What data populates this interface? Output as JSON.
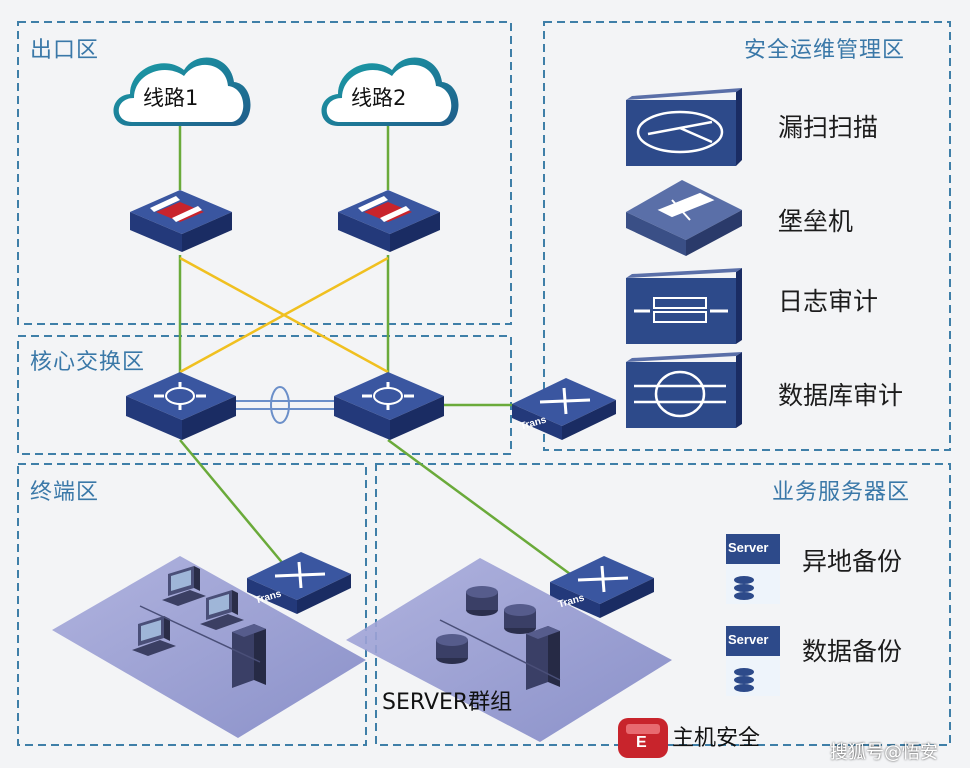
{
  "zones": {
    "exit": "出口区",
    "ops": "安全运维管理区",
    "core": "核心交换区",
    "terminal": "终端区",
    "business": "业务服务器区"
  },
  "clouds": [
    "线路1",
    "线路2"
  ],
  "ops_devices": [
    "漏扫扫描",
    "堡垒机",
    "日志审计",
    "数据库审计"
  ],
  "servers": [
    {
      "badge": "Server",
      "label": "异地备份"
    },
    {
      "badge": "Server",
      "label": "数据备份"
    }
  ],
  "switch_badge": "Trans",
  "server_group_label": "SERVER群组",
  "host_security": {
    "badge": "E",
    "label": "主机安全"
  },
  "watermark": "搜狐号@悟安",
  "colors": {
    "zone_border": "#3f7fa8",
    "link_green": "#6aaa3a",
    "link_yellow": "#f0c020",
    "device_blue": "#2d4a8a",
    "firewall_red": "#c8242c"
  }
}
